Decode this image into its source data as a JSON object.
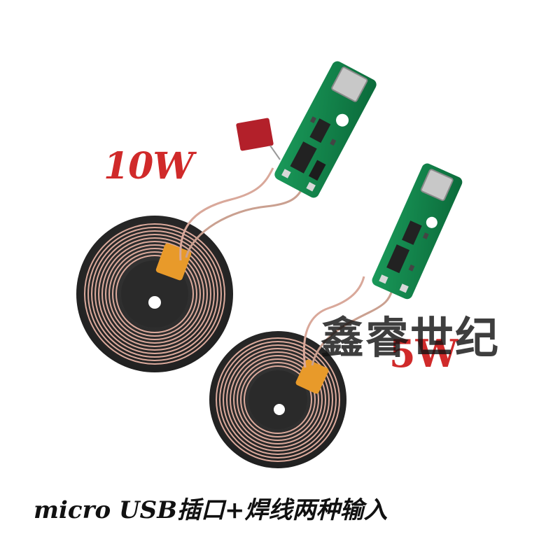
{
  "labels": {
    "power_large": "10W",
    "power_small": "5W",
    "watermark": "鑫睿世纪",
    "caption": "micro USB插口+焊线两种输入"
  },
  "colors": {
    "label_red": "#d02a2a",
    "pcb_green": "#0f7a45",
    "coil_copper": "#d9a89a",
    "coil_base": "#2c2c2c",
    "tape_orange": "#e89a2a"
  },
  "icons": [
    "usb-port-icon",
    "capacitor-icon",
    "chip-icon"
  ]
}
